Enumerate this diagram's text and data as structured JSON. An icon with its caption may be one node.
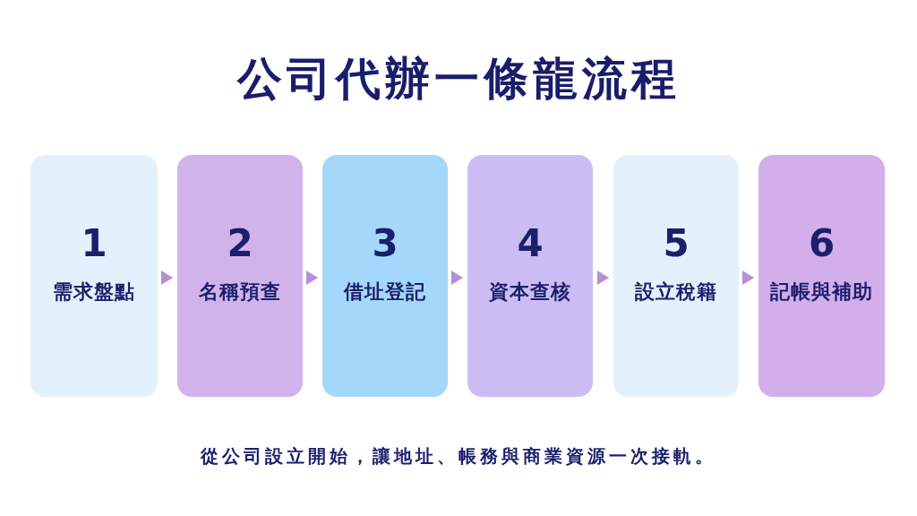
{
  "diagram": {
    "title": "公司代辦一條龍流程",
    "caption": "從公司設立開始，讓地址、帳務與商業資源一次接軌。",
    "nodes": [
      {
        "text": [
          "1",
          "需求盤點"
        ]
      },
      {
        "text": [
          "2",
          "名稱預查"
        ]
      },
      {
        "text": [
          "3",
          "借址登記"
        ]
      },
      {
        "text": [
          "4",
          "資本查核"
        ]
      },
      {
        "text": [
          "5",
          "設立稅籍"
        ]
      },
      {
        "text": [
          "6",
          "記帳與補助"
        ]
      }
    ],
    "edges": [
      {
        "from": 0,
        "to": 1,
        "arrow": "to"
      },
      {
        "from": 1,
        "to": 2,
        "arrow": "to"
      },
      {
        "from": 2,
        "to": 3,
        "arrow": "to"
      },
      {
        "from": 3,
        "to": 4,
        "arrow": "to"
      },
      {
        "from": 4,
        "to": 5,
        "arrow": "to"
      }
    ]
  }
}
